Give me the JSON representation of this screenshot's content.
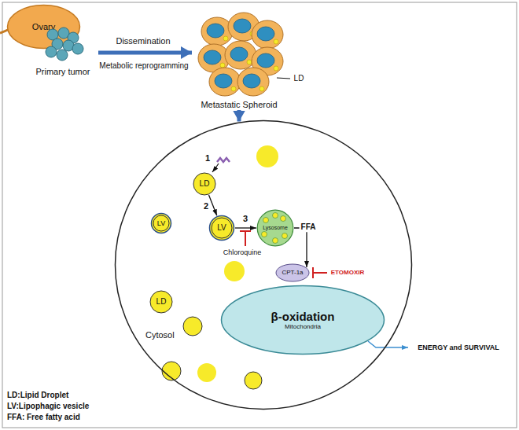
{
  "diagram": {
    "nodes": [
      {
        "text": [
          "Ovary"
        ]
      },
      {
        "text": [
          "Primary tumor"
        ]
      },
      {
        "text": [
          "Metastatic Spheroid"
        ]
      },
      {
        "text": [
          "Cytosol"
        ]
      },
      {
        "text": [
          "LD"
        ],
        "in": 3
      },
      {
        "text": [
          "LV"
        ],
        "in": 3
      },
      {
        "text": [
          "Lysosome"
        ],
        "in": 3
      },
      {
        "text": [
          "CPT-1a"
        ],
        "in": 3
      },
      {
        "text": [
          "β-oxidation",
          "Mitochondria"
        ],
        "in": 3
      },
      {
        "text": [
          "LV"
        ],
        "in": 3
      },
      {
        "text": [
          "LD"
        ],
        "in": 3
      }
    ],
    "edges": [
      {
        "from": 1,
        "to": 2,
        "label": "Dissemination",
        "arrow": "to"
      },
      {
        "from": 2,
        "to": 3,
        "arrow": "to"
      },
      {
        "from": 4,
        "to": 5,
        "label": "2",
        "arrow": "to"
      },
      {
        "from": 5,
        "to": 6,
        "label": "3",
        "arrow": "to"
      },
      {
        "from": 6,
        "to": 7,
        "label": "FFA",
        "arrow": "to"
      }
    ],
    "labels": [
      "Metabolic reprogramming",
      "LD",
      "1",
      "Chloroquine",
      "ETOMOXIR",
      "ENERGY and SURVIVAL"
    ],
    "legend": [
      {
        "text": "LD:Lipid Droplet"
      },
      {
        "text": "LV:Lipophagic vesicle"
      },
      {
        "text": "FFA: Free fatty acid"
      }
    ]
  }
}
